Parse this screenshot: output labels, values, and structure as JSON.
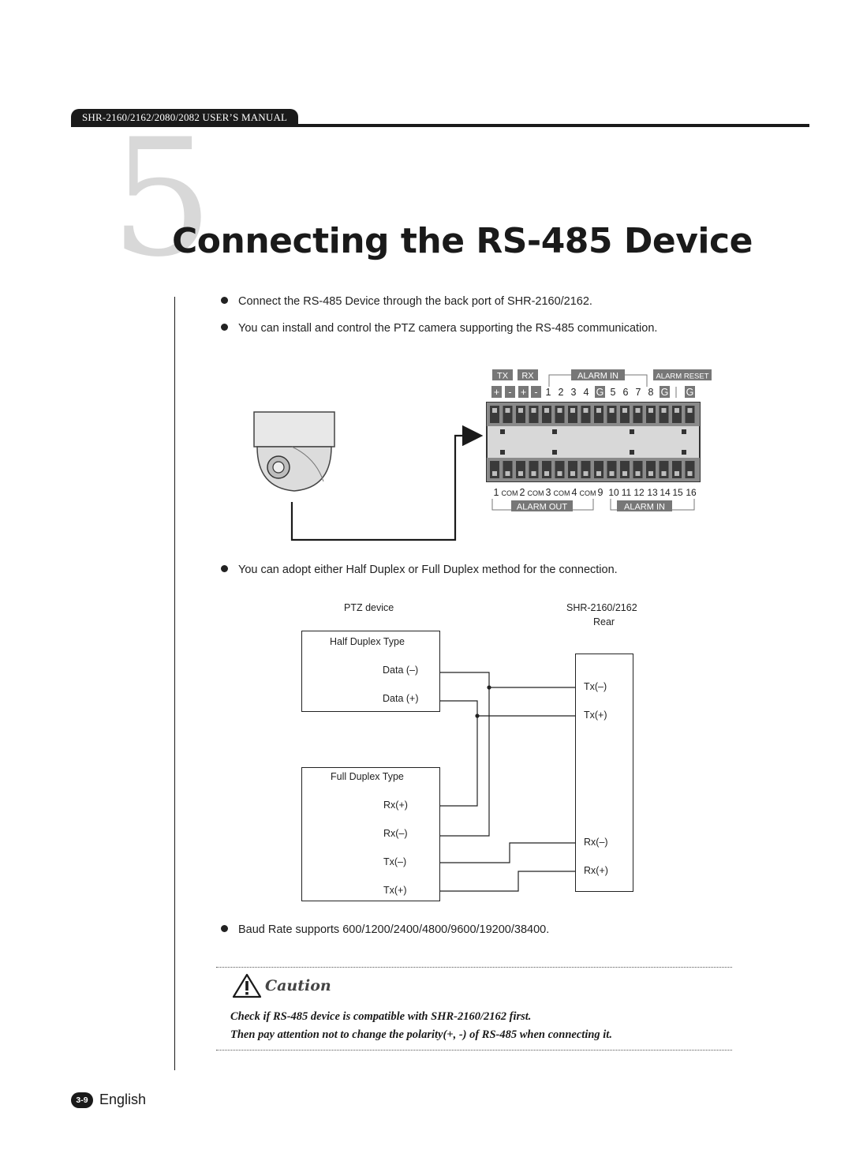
{
  "header": {
    "manual_title": "SHR-2160/2162/2080/2082 USER’S MANUAL"
  },
  "section": {
    "number": "5",
    "title": "Connecting the RS-485 Device"
  },
  "bullets": [
    "Connect the RS-485 Device through the back port of SHR-2160/2162.",
    "You can install and control the PTZ camera supporting the RS-485 communication.",
    "You can adopt either Half Duplex or Full Duplex method for the connection.",
    "Baud Rate supports 600/1200/2400/4800/9600/19200/38400."
  ],
  "back_panel": {
    "top_labels": {
      "tx": "TX",
      "rx": "RX",
      "alarm_in": "ALARM IN",
      "alarm_reset": "ALARM RESET"
    },
    "top_pins": [
      "+",
      "-",
      "+",
      "-",
      "1",
      "2",
      "3",
      "4",
      "G",
      "5",
      "6",
      "7",
      "8",
      "G",
      "G"
    ],
    "bottom_pins": [
      "1",
      "COM",
      "2",
      "COM",
      "3",
      "COM",
      "4",
      "COM",
      "9",
      "10",
      "11",
      "12",
      "13",
      "14",
      "15",
      "16"
    ],
    "bottom_labels": {
      "alarm_out": "ALARM OUT",
      "alarm_in": "ALARM IN"
    }
  },
  "wiring": {
    "ptz_device": "PTZ device",
    "dvr_model": "SHR-2160/2162",
    "dvr_side": "Rear",
    "half_duplex": {
      "title": "Half Duplex Type",
      "data_minus": "Data (–)",
      "data_plus": "Data (+)"
    },
    "full_duplex": {
      "title": "Full Duplex Type",
      "rx_plus": "Rx(+)",
      "rx_minus": "Rx(–)",
      "tx_minus": "Tx(–)",
      "tx_plus": "Tx(+)"
    },
    "dvr_pins": {
      "tx_minus": "Tx(–)",
      "tx_plus": "Tx(+)",
      "rx_minus": "Rx(–)",
      "rx_plus": "Rx(+)"
    }
  },
  "caution": {
    "title": "Caution",
    "line1": "Check if RS-485 device is compatible with SHR-2160/2162 first.",
    "line2": "Then pay attention not to change the polarity(+, -) of RS-485 when connecting it."
  },
  "footer": {
    "page_number": "3-9",
    "language": "English"
  }
}
